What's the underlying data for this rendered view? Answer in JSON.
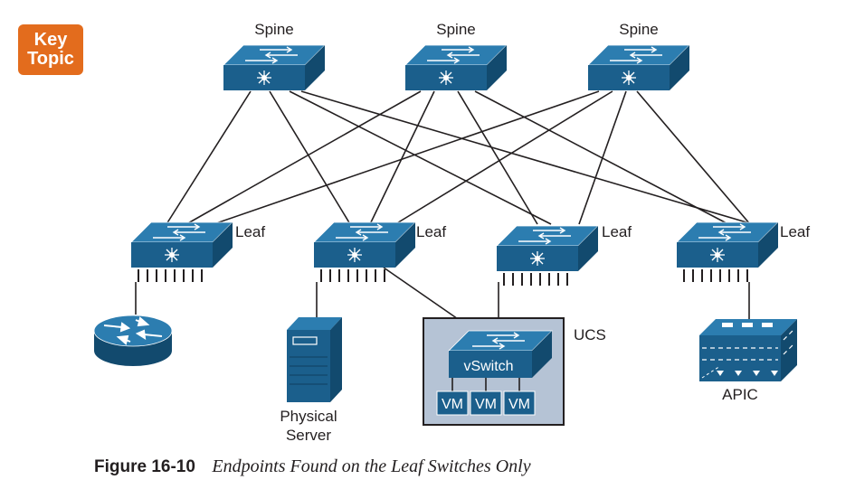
{
  "badge": {
    "line1": "Key",
    "line2": "Topic"
  },
  "spines": [
    {
      "label": "Spine"
    },
    {
      "label": "Spine"
    },
    {
      "label": "Spine"
    }
  ],
  "leaves": [
    {
      "label": "Leaf"
    },
    {
      "label": "Leaf"
    },
    {
      "label": "Leaf"
    },
    {
      "label": "Leaf"
    }
  ],
  "endpoints": {
    "server_line1": "Physical",
    "server_line2": "Server",
    "ucs_label": "UCS",
    "vswitch_label": "vSwitch",
    "vms": [
      "VM",
      "VM",
      "VM"
    ],
    "apic_label": "APIC"
  },
  "caption": {
    "figure_number": "Figure 16-10",
    "title": "Endpoints Found on the Leaf Switches Only"
  },
  "colors": {
    "switch_blue": "#1b5f8c",
    "switch_top": "#2c7db0",
    "ucs_fill": "#b5c3d5",
    "badge_orange": "#e36c1d"
  }
}
